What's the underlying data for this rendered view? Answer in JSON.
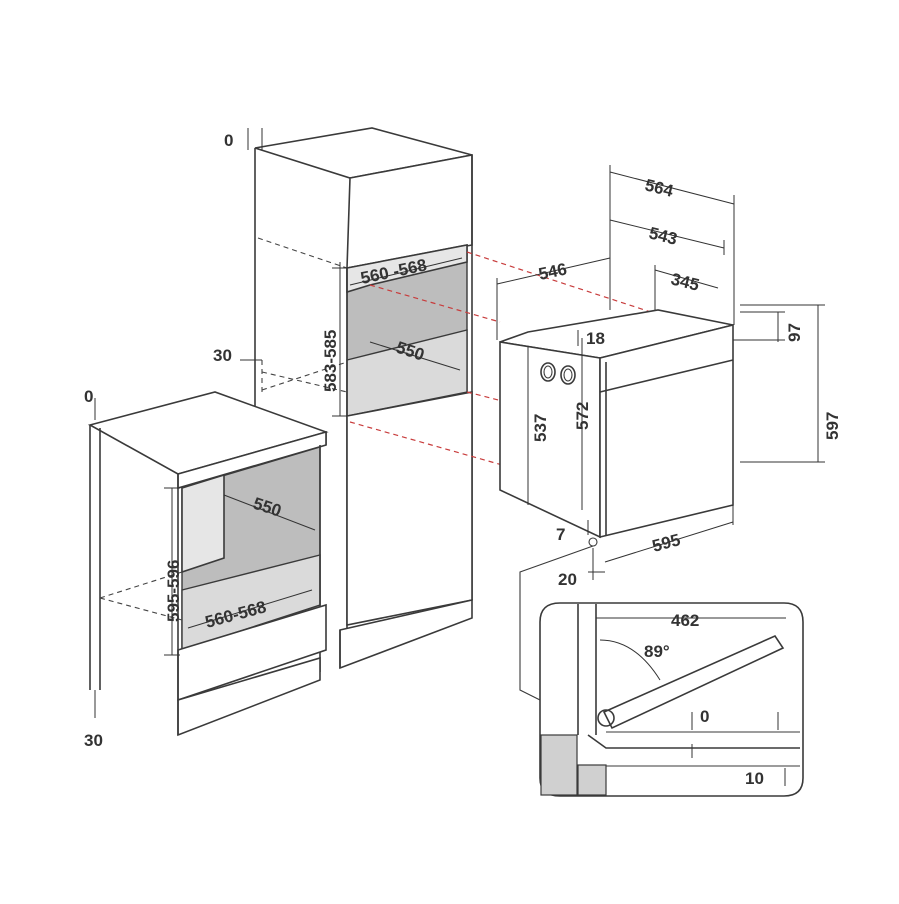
{
  "tall_cabinet": {
    "top_gap": "0",
    "side_offset": "30",
    "niche_width": "560 -568",
    "niche_height": "583-585",
    "niche_depth": "550"
  },
  "base_cabinet": {
    "top_gap": "0",
    "bottom_offset": "30",
    "niche_depth": "550",
    "niche_height": "595-596",
    "niche_width": "560-568"
  },
  "oven": {
    "total_depth": "564",
    "depth_543": "543",
    "body_depth": "546",
    "depth_345": "345",
    "gap_18": "18",
    "top_97": "97",
    "body_height": "537",
    "front_height": "572",
    "total_height": "597",
    "gap_7": "7",
    "width": "595",
    "front_offset": "20"
  },
  "door_detail": {
    "door_length": "462",
    "angle": "89°",
    "clearance_0": "0",
    "clearance_10": "10"
  }
}
